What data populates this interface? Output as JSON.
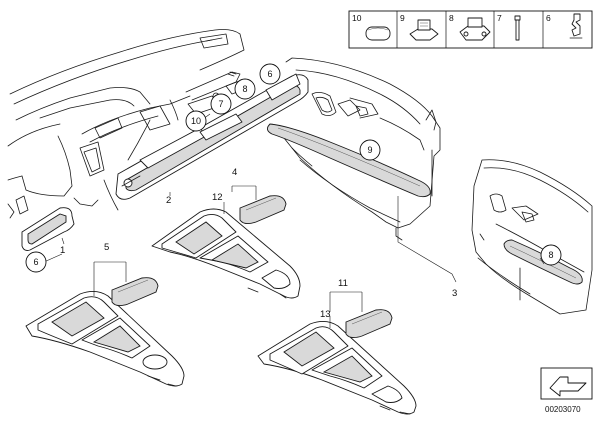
{
  "parts_box": {
    "labels": [
      "10",
      "9",
      "8",
      "7",
      "6"
    ]
  },
  "callouts": {
    "plain": [
      {
        "key": "p1",
        "text": "1"
      },
      {
        "key": "p2",
        "text": "2"
      },
      {
        "key": "p3",
        "text": "3"
      },
      {
        "key": "p4",
        "text": "4"
      },
      {
        "key": "p5",
        "text": "5"
      },
      {
        "key": "p11",
        "text": "11"
      },
      {
        "key": "p12",
        "text": "12"
      },
      {
        "key": "p13",
        "text": "13"
      }
    ],
    "circled": [
      {
        "key": "c10",
        "text": "10"
      },
      {
        "key": "c7",
        "text": "7"
      },
      {
        "key": "c8a",
        "text": "8"
      },
      {
        "key": "c6a",
        "text": "6"
      },
      {
        "key": "c6b",
        "text": "6"
      },
      {
        "key": "c9",
        "text": "9"
      },
      {
        "key": "c8b",
        "text": "8"
      }
    ]
  },
  "doc_number": "00203070"
}
